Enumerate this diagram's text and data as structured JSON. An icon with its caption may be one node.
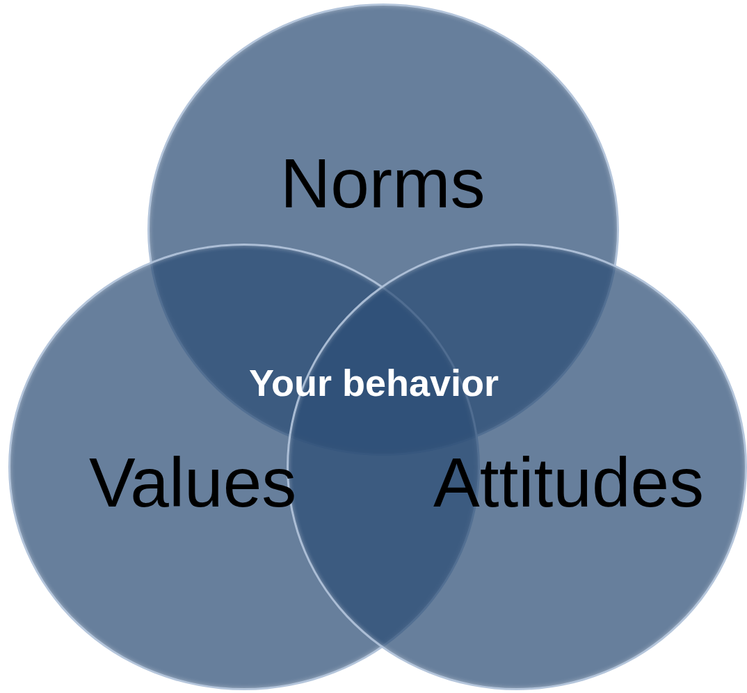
{
  "diagram": {
    "nodes": [
      {
        "text": [
          "Norms"
        ]
      },
      {
        "text": [
          "Values"
        ]
      },
      {
        "text": [
          "Attitudes"
        ]
      }
    ],
    "labels": [
      "Your behavior"
    ]
  }
}
